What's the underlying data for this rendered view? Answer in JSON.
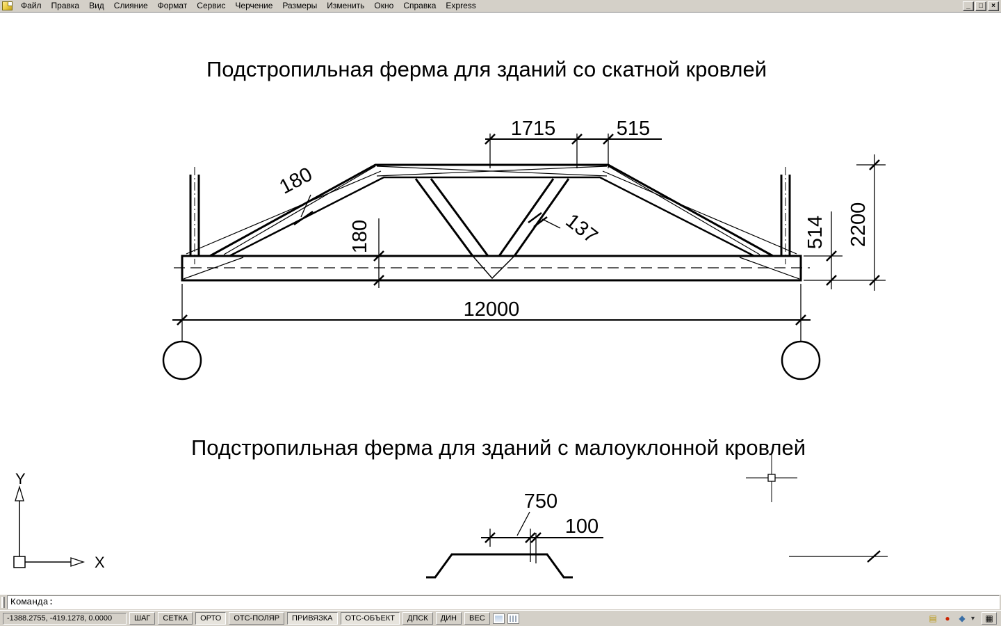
{
  "window": {
    "menu_items": [
      "Файл",
      "Правка",
      "Вид",
      "Слияние",
      "Формат",
      "Сервис",
      "Черчение",
      "Размеры",
      "Изменить",
      "Окно",
      "Справка",
      "Express"
    ]
  },
  "drawing": {
    "title_top": "Подстропильная ферма для зданий со скатной кровлей",
    "title_bottom": "Подстропильная ферма для зданий с малоуклонной кровлей",
    "dimensions": {
      "top_span_left": "1715",
      "top_span_right": "515",
      "chord_thickness_slope": "180",
      "chord_thickness_vertical": "180",
      "diagonal_thickness": "137",
      "right_height_inner": "514",
      "right_height_total": "2200",
      "bottom_span": "12000",
      "lower_width": "750",
      "lower_offset": "100"
    },
    "ucs": {
      "x_label": "X",
      "y_label": "Y"
    }
  },
  "command_line": {
    "prompt": "Команда:"
  },
  "status_bar": {
    "coordinates": "-1388.2755, -419.1278, 0.0000",
    "toggles": [
      {
        "label": "ШАГ",
        "pressed": false
      },
      {
        "label": "СЕТКА",
        "pressed": false
      },
      {
        "label": "ОРТО",
        "pressed": true
      },
      {
        "label": "ОТС-ПОЛЯР",
        "pressed": false
      },
      {
        "label": "ПРИВЯЗКА",
        "pressed": true
      },
      {
        "label": "ОТС-ОБЪЕКТ",
        "pressed": true
      },
      {
        "label": "ДПСК",
        "pressed": false
      },
      {
        "label": "ДИН",
        "pressed": false
      },
      {
        "label": "ВЕС",
        "pressed": false
      }
    ]
  },
  "icons": {
    "minimize": "_",
    "restore": "□",
    "close": "×",
    "tray_plot": "▤",
    "tray_comm": "●",
    "tray_lock": "◆",
    "tray_arrow": "▾",
    "clean_screen": "▦"
  }
}
